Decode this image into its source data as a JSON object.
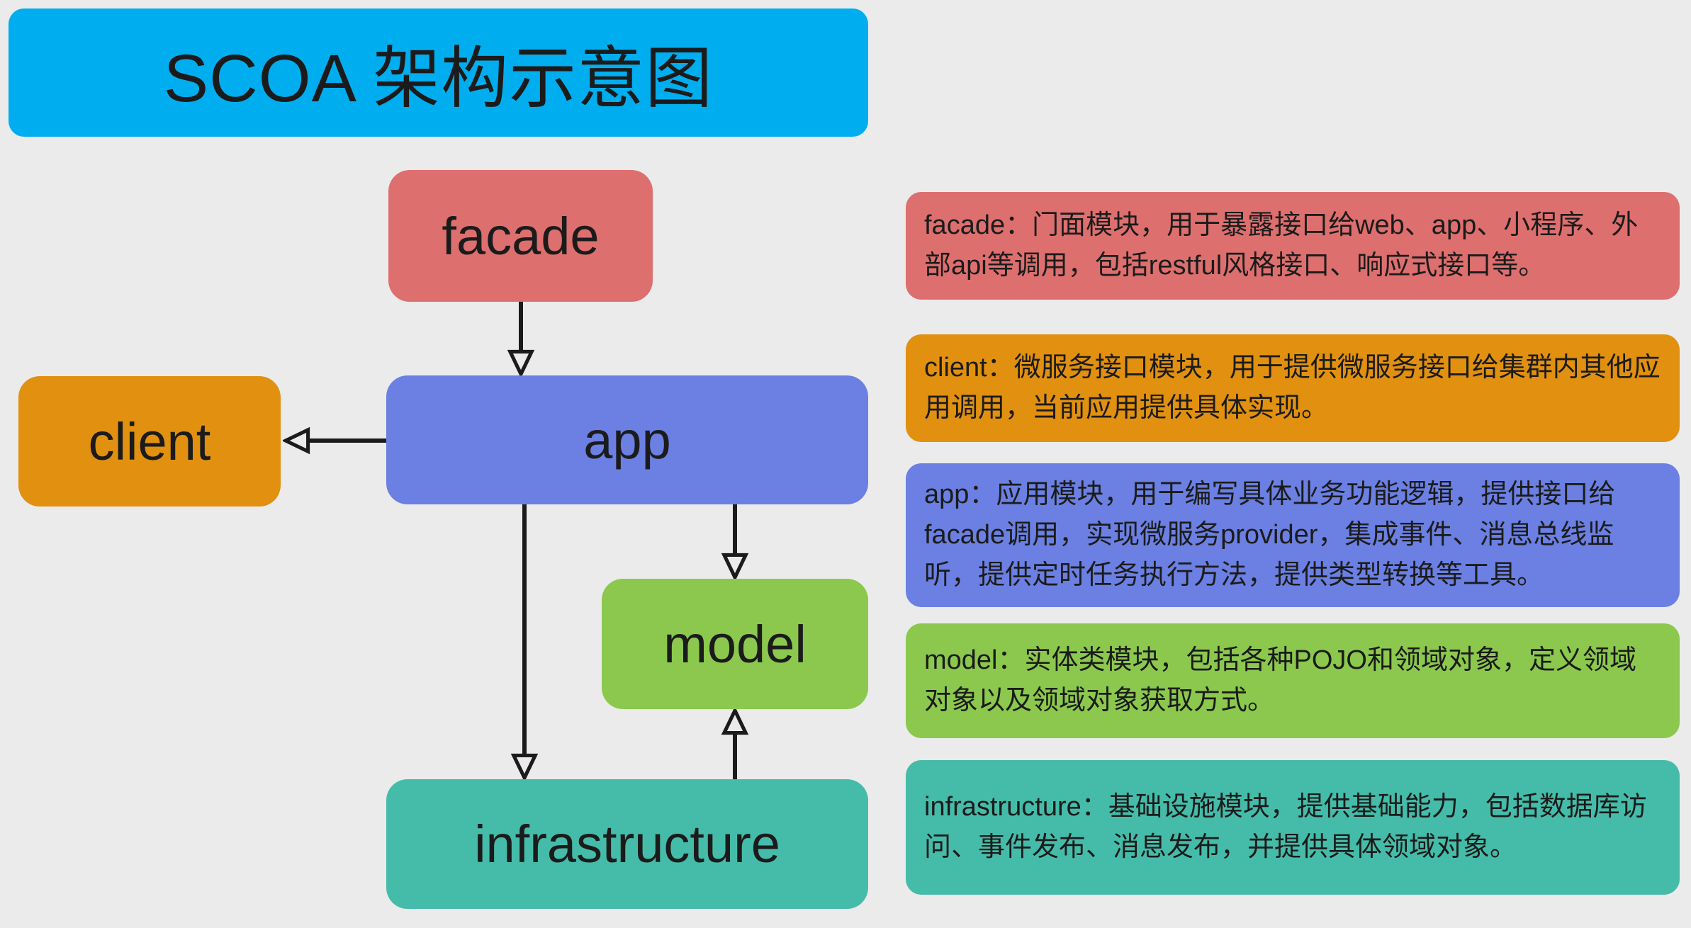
{
  "title": "SCOA 架构示意图",
  "colors": {
    "background": "#EBEBEB",
    "title_box": "#00AEEF",
    "facade": "#DE6F6F",
    "client": "#E1900F",
    "app": "#6B80E2",
    "model": "#8BC84D",
    "infrastructure": "#45BCA9",
    "arrow": "#1b1b1b",
    "text": "#1b1b1b"
  },
  "nodes": [
    {
      "id": "facade",
      "label": "facade",
      "color": "#DE6F6F"
    },
    {
      "id": "client",
      "label": "client",
      "color": "#E1900F"
    },
    {
      "id": "app",
      "label": "app",
      "color": "#6B80E2"
    },
    {
      "id": "model",
      "label": "model",
      "color": "#8BC84D"
    },
    {
      "id": "infrastructure",
      "label": "infrastructure",
      "color": "#45BCA9"
    }
  ],
  "edges": [
    {
      "from": "facade",
      "to": "app"
    },
    {
      "from": "app",
      "to": "client"
    },
    {
      "from": "app",
      "to": "model"
    },
    {
      "from": "app",
      "to": "infrastructure"
    },
    {
      "from": "infrastructure",
      "to": "model"
    }
  ],
  "descriptions": [
    {
      "id": "facade",
      "color": "#DE6F6F",
      "text": "facade：门面模块，用于暴露接口给web、app、小程序、外部api等调用，包括restful风格接口、响应式接口等。"
    },
    {
      "id": "client",
      "color": "#E1900F",
      "text": "client：微服务接口模块，用于提供微服务接口给集群内其他应用调用，当前应用提供具体实现。"
    },
    {
      "id": "app",
      "color": "#6B80E2",
      "text": "app：应用模块，用于编写具体业务功能逻辑，提供接口给facade调用，实现微服务provider，集成事件、消息总线监听，提供定时任务执行方法，提供类型转换等工具。"
    },
    {
      "id": "model",
      "color": "#8BC84D",
      "text": "model：实体类模块，包括各种POJO和领域对象，定义领域对象以及领域对象获取方式。"
    },
    {
      "id": "infrastructure",
      "color": "#45BCA9",
      "text": "infrastructure：基础设施模块，提供基础能力，包括数据库访问、事件发布、消息发布，并提供具体领域对象。"
    }
  ]
}
